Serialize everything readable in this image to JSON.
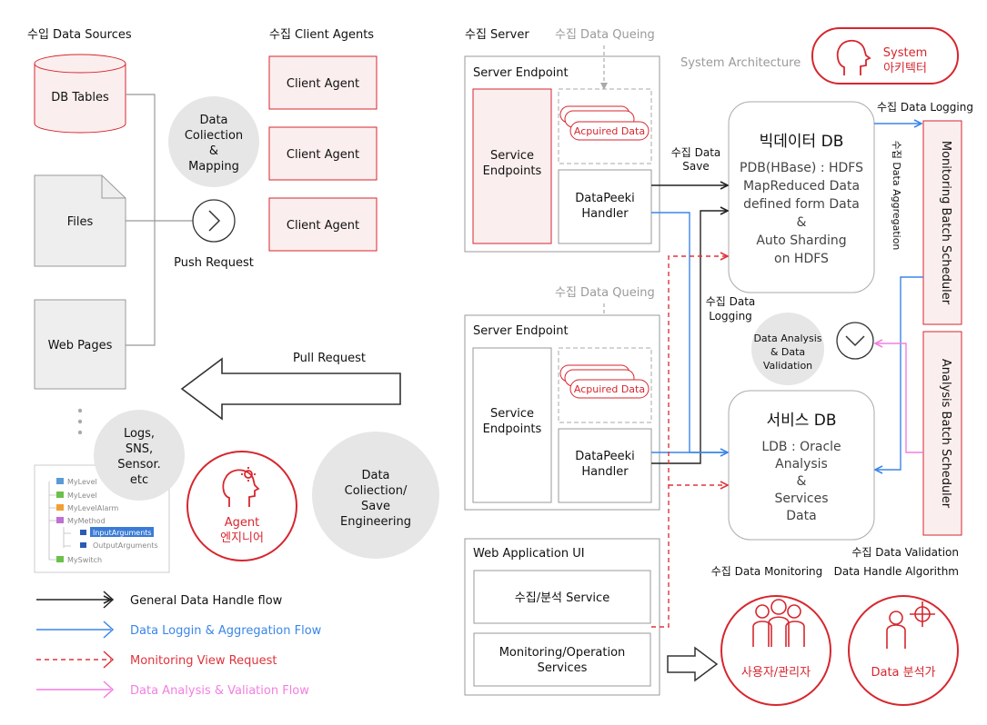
{
  "headers": {
    "data_sources": "수입 Data Sources",
    "client_agents": "수집 Client Agents",
    "server": "수집 Server",
    "queing_top": "수집 Data Queing",
    "queing_bottom": "수집 Data Queing",
    "system_arch": "System Architecture"
  },
  "sources": {
    "db_tables": "DB Tables",
    "files": "Files",
    "web_pages": "Web Pages"
  },
  "agents": [
    "Client Agent",
    "Client Agent",
    "Client Agent"
  ],
  "circles": {
    "data_collection": [
      "Data",
      "Coliection",
      "&",
      "Mapping"
    ],
    "logs": [
      "Logs,",
      "SNS,",
      "Sensor.",
      "etc"
    ],
    "collection_save": [
      "Data",
      "Coliection/",
      "Save",
      "Engineering"
    ],
    "data_analysis": [
      "Data Analysis",
      "& Data",
      "Validation"
    ]
  },
  "push_request": "Push Request",
  "pull_request": "Pull Request",
  "tree": {
    "items": [
      "MyLevel",
      "MyLevel",
      "MyLevelAlarm",
      "MyMethod",
      "InputArguments",
      "OutputArguments",
      "MySwitch"
    ]
  },
  "agent_engineer": {
    "line1": "Agent",
    "line2": "엔지니어"
  },
  "system_architect": {
    "line1": "System",
    "line2": "아키텍터"
  },
  "server_endpoints": [
    {
      "title": "Server Endpoint",
      "service": [
        "Service",
        "Endpoints"
      ],
      "acquired": "Acpuired Data",
      "handler": [
        "DataPeeki",
        "Handler"
      ]
    },
    {
      "title": "Server Endpoint",
      "service": [
        "Service",
        "Endpoints"
      ],
      "acquired": "Acpuired Data",
      "handler": [
        "DataPeeki",
        "Handler"
      ]
    }
  ],
  "web_app": {
    "title": "Web Application UI",
    "service": "수집/분석 Service",
    "monitoring": [
      "Monitoring/Operation",
      "Services"
    ]
  },
  "bigdata_db": {
    "title": "빅데이터 DB",
    "lines": [
      "PDB(HBase) : HDFS",
      "MapReduced Data",
      "defined form Data",
      "&",
      "Auto Sharding",
      "on HDFS"
    ]
  },
  "service_db": {
    "title": "서비스 DB",
    "lines": [
      "LDB : Oracle",
      "Analysis",
      "&",
      "Services",
      "Data"
    ]
  },
  "edge_labels": {
    "data_save": [
      "수집 Data",
      "Save"
    ],
    "data_logging_mid": [
      "수집 Data",
      "Logging"
    ],
    "data_logging_top": "수집 Data Logging",
    "data_aggregation": "수집 Data Aggregation",
    "data_validation": "수집 Data Validation",
    "data_handle": "Data Handle Algorithm",
    "data_monitoring": "수집 Data Monitoring"
  },
  "schedulers": {
    "monitoring": "Monitoring Batch Scheduler",
    "analysis": "Analysis Batch Scheduler"
  },
  "actors": {
    "users": "사용자/관리자",
    "analyst": "Data 분석가"
  },
  "legend": [
    {
      "label": "General Data Handle flow",
      "color": "#222222",
      "style": "solid"
    },
    {
      "label": "Data Loggin & Aggregation Flow",
      "color": "#3a86e8",
      "style": "solid"
    },
    {
      "label": "Monitoring View Request",
      "color": "#e0333b",
      "style": "dashed"
    },
    {
      "label": "Data Analysis & Valiation Flow",
      "color": "#f27fe0",
      "style": "solid"
    }
  ],
  "colors": {
    "accent_red": "#d7262e",
    "pink_fill": "#fbeeee",
    "blue": "#3a86e8",
    "magenta": "#f27fe0",
    "gray_circle": "#e6e6e6"
  }
}
